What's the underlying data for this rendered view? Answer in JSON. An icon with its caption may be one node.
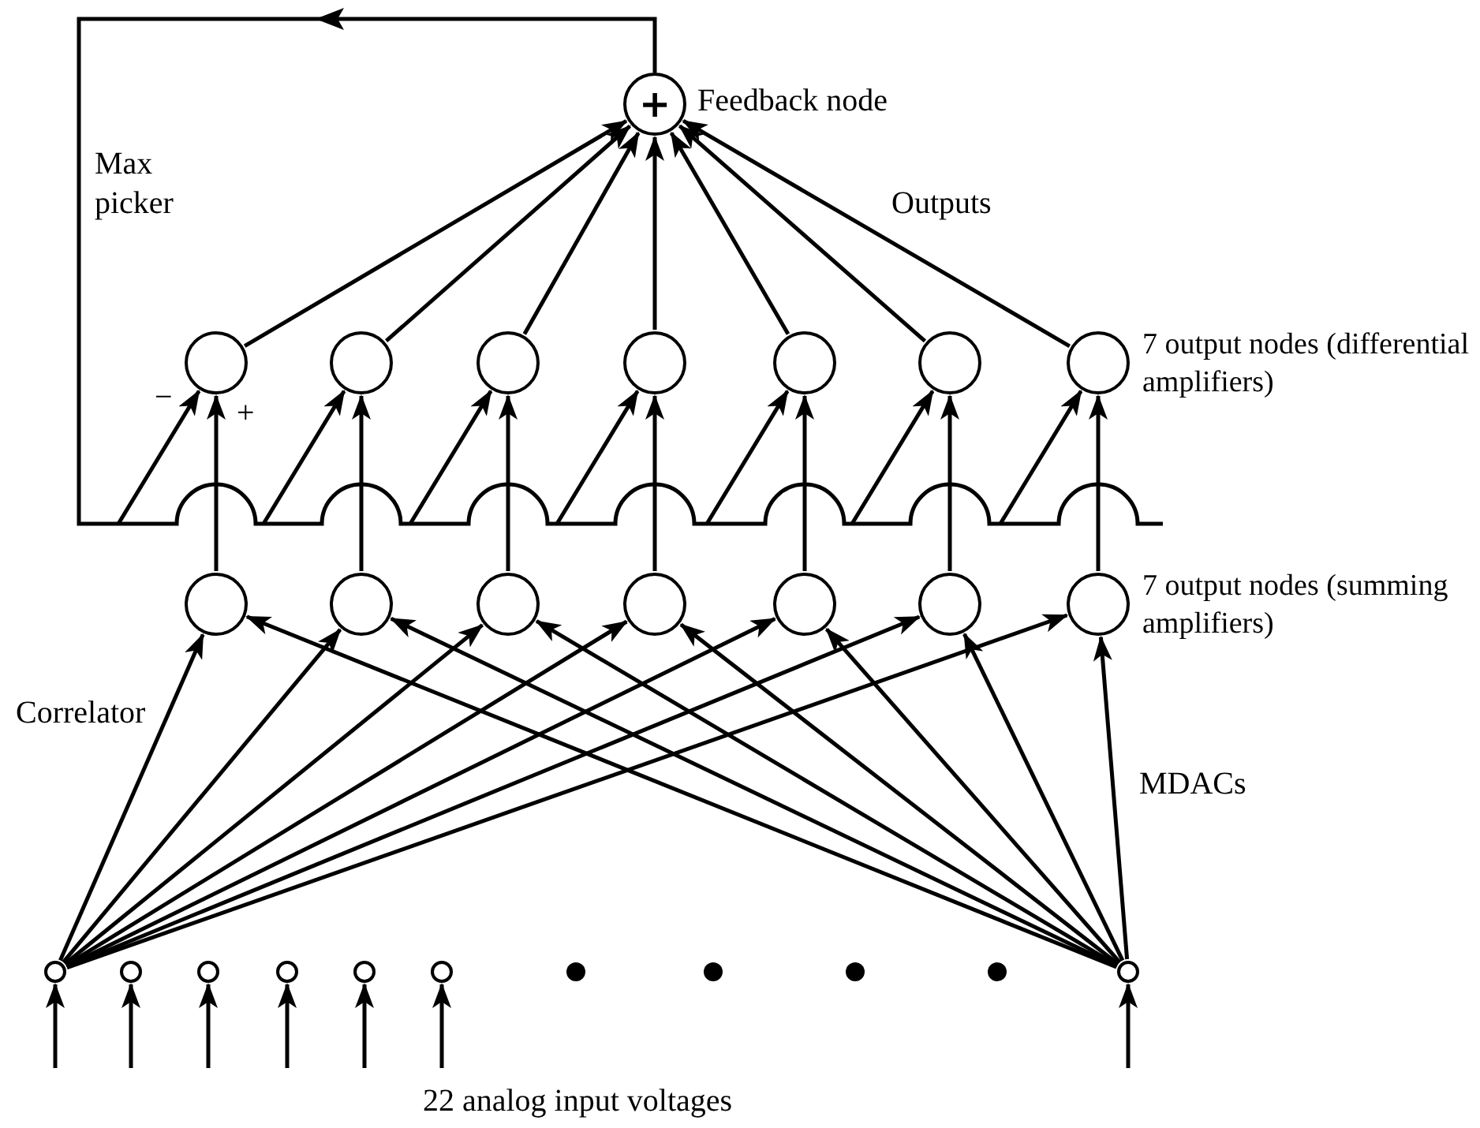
{
  "diagram": {
    "nodes": [
      {
        "text": [
          "+"
        ],
        "beside": [
          "Feedback node"
        ]
      },
      {
        "text": [],
        "shape": "circle"
      },
      {
        "text": [],
        "shape": "circle"
      },
      {
        "text": [],
        "shape": "circle"
      },
      {
        "text": [],
        "shape": "circle"
      },
      {
        "text": [],
        "shape": "circle"
      },
      {
        "text": [],
        "shape": "circle"
      },
      {
        "text": [],
        "shape": "circle"
      },
      {
        "text": [],
        "shape": "circle"
      },
      {
        "text": [],
        "shape": "circle"
      },
      {
        "text": [],
        "shape": "circle"
      },
      {
        "text": [],
        "shape": "circle"
      },
      {
        "text": [],
        "shape": "circle"
      },
      {
        "text": [],
        "shape": "circle"
      },
      {
        "text": [],
        "shape": "circle"
      },
      {
        "text": [],
        "shape": "circle"
      },
      {
        "text": [],
        "shape": "circle"
      },
      {
        "text": [],
        "shape": "circle"
      },
      {
        "text": [],
        "shape": "circle"
      },
      {
        "text": [],
        "shape": "circle"
      },
      {
        "text": [],
        "shape": "circle"
      },
      {
        "text": [],
        "shape": "circle"
      }
    ],
    "edges": [
      {
        "from": null,
        "to": 15,
        "arrow": "to"
      },
      {
        "from": null,
        "to": 16,
        "arrow": "to"
      },
      {
        "from": null,
        "to": 17,
        "arrow": "to"
      },
      {
        "from": null,
        "to": 18,
        "arrow": "to"
      },
      {
        "from": null,
        "to": 19,
        "arrow": "to"
      },
      {
        "from": null,
        "to": 20,
        "arrow": "to"
      },
      {
        "from": null,
        "to": 21,
        "arrow": "to"
      },
      {
        "from": 15,
        "to": 8,
        "arrow": "to"
      },
      {
        "from": 15,
        "to": 9,
        "arrow": "to"
      },
      {
        "from": 15,
        "to": 10,
        "arrow": "to"
      },
      {
        "from": 15,
        "to": 11,
        "arrow": "to"
      },
      {
        "from": 15,
        "to": 12,
        "arrow": "to"
      },
      {
        "from": 15,
        "to": 13,
        "arrow": "to"
      },
      {
        "from": 15,
        "to": 14,
        "arrow": "to"
      },
      {
        "from": 21,
        "to": 8,
        "arrow": "to"
      },
      {
        "from": 21,
        "to": 9,
        "arrow": "to"
      },
      {
        "from": 21,
        "to": 10,
        "arrow": "to"
      },
      {
        "from": 21,
        "to": 11,
        "arrow": "to"
      },
      {
        "from": 21,
        "to": 12,
        "arrow": "to"
      },
      {
        "from": 21,
        "to": 13,
        "arrow": "to"
      },
      {
        "from": 21,
        "to": 14,
        "arrow": "to"
      },
      {
        "from": 8,
        "to": 1,
        "arrow": "to"
      },
      {
        "from": 9,
        "to": 2,
        "arrow": "to"
      },
      {
        "from": 10,
        "to": 3,
        "arrow": "to"
      },
      {
        "from": 11,
        "to": 4,
        "arrow": "to"
      },
      {
        "from": 12,
        "to": 5,
        "arrow": "to"
      },
      {
        "from": 13,
        "to": 6,
        "arrow": "to"
      },
      {
        "from": 14,
        "to": 7,
        "arrow": "to"
      },
      {
        "from": 0,
        "to": 1,
        "arrow": "to"
      },
      {
        "from": 0,
        "to": 2,
        "arrow": "to"
      },
      {
        "from": 0,
        "to": 3,
        "arrow": "to"
      },
      {
        "from": 0,
        "to": 4,
        "arrow": "to"
      },
      {
        "from": 0,
        "to": 5,
        "arrow": "to"
      },
      {
        "from": 0,
        "to": 6,
        "arrow": "to"
      },
      {
        "from": 0,
        "to": 7,
        "arrow": "to"
      },
      {
        "from": 1,
        "to": 0,
        "arrow": "to"
      },
      {
        "from": 2,
        "to": 0,
        "arrow": "to"
      },
      {
        "from": 3,
        "to": 0,
        "arrow": "to"
      },
      {
        "from": 4,
        "to": 0,
        "arrow": "to"
      },
      {
        "from": 5,
        "to": 0,
        "arrow": "to"
      },
      {
        "from": 6,
        "to": 0,
        "arrow": "to"
      },
      {
        "from": 7,
        "to": 0,
        "arrow": "to"
      }
    ],
    "labels": [
      "Max picker",
      "Outputs",
      "7 output nodes (differential amplifiers)",
      "−",
      "+",
      "7 output nodes (summing amplifiers)",
      "Correlator",
      "MDACs",
      "22 analog input voltages"
    ]
  }
}
